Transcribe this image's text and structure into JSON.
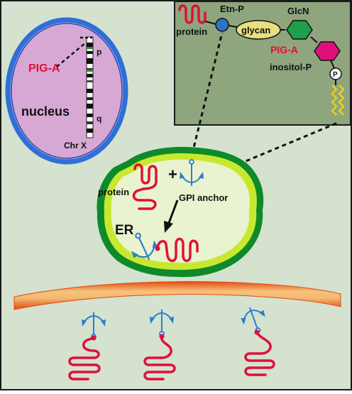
{
  "colors": {
    "background": "#d4e2cf",
    "panel_frame": "#1a1a1a",
    "inset_bg": "#8ea57e",
    "nucleus_fill": "#d8a8d4",
    "nucleus_ring": "#2e6fd8",
    "er_fill": "#eaf3cf",
    "er_ring_outer": "#0d8a2a",
    "er_ring_inner": "#c8e830",
    "protein": "#e0103a",
    "gpi_anchor": "#2a7fd0",
    "label_red": "#e0103a",
    "etn_p": "#2a74c8",
    "glycan": "#e8e080",
    "glcn": "#1ea04a",
    "pig_a_hex": "#e0107a",
    "lipid": "#e8d020",
    "membrane_core": "#f0c080",
    "membrane_edge": "#e44a14"
  },
  "inset": {
    "protein_label": "protein",
    "etn_p_label": "Etn-P",
    "glycan_label": "glycan",
    "glcn_label": "GlcN",
    "pig_a_label": "PIG-A",
    "inositol_label": "inositol-P",
    "phosphate_symbol": "P"
  },
  "nucleus": {
    "pig_a_label": "PIG-A",
    "title": "nucleus",
    "p_arm": "p",
    "q_arm": "q",
    "chromosome_label": "Chr X"
  },
  "er": {
    "title": "ER",
    "protein_label": "protein",
    "gpi_label": "GPI anchor",
    "plus": "+"
  }
}
